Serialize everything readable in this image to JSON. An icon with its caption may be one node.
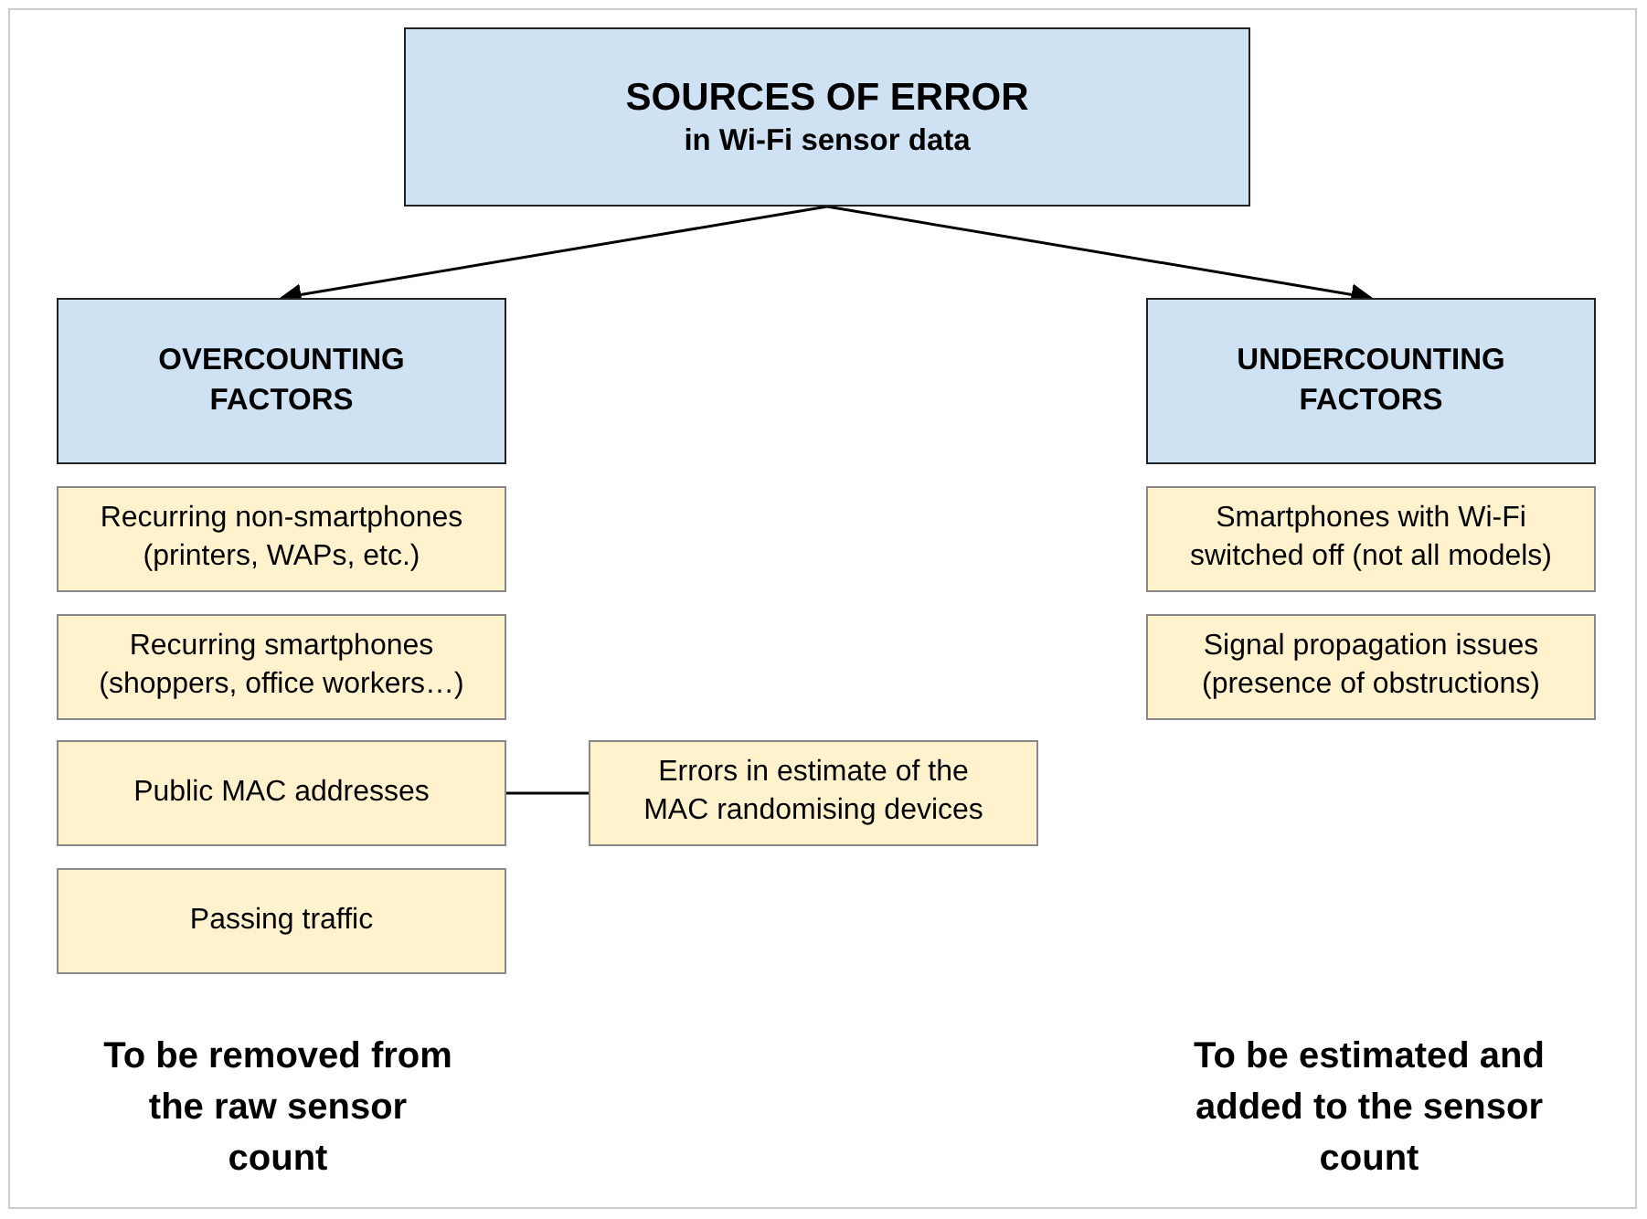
{
  "diagram": {
    "nodes": [
      {
        "text": [
          "SOURCES OF ERROR",
          "in Wi-Fi sensor data"
        ]
      },
      {
        "text": [
          "OVERCOUNTING FACTORS"
        ]
      },
      {
        "text": [
          "UNDERCOUNTING FACTORS"
        ]
      },
      {
        "text": [
          "Recurring non-smartphones (printers, WAPs, etc.)"
        ]
      },
      {
        "text": [
          "Recurring smartphones (shoppers, office workers…)"
        ]
      },
      {
        "text": [
          "Public MAC addresses"
        ]
      },
      {
        "text": [
          "Errors in estimate of the MAC randomising devices"
        ]
      },
      {
        "text": [
          "Passing traffic"
        ]
      },
      {
        "text": [
          "Smartphones with Wi-Fi switched off (not all models)"
        ]
      },
      {
        "text": [
          "Signal propagation issues (presence of obstructions)"
        ]
      }
    ],
    "edges": [
      {
        "from": 0,
        "to": 1,
        "arrow": "to"
      },
      {
        "from": 0,
        "to": 2,
        "arrow": "to"
      },
      {
        "from": 5,
        "to": 6,
        "arrow": "none"
      }
    ],
    "labels": [
      "To be removed from the raw sensor count",
      "To be estimated and added to the sensor count"
    ]
  }
}
